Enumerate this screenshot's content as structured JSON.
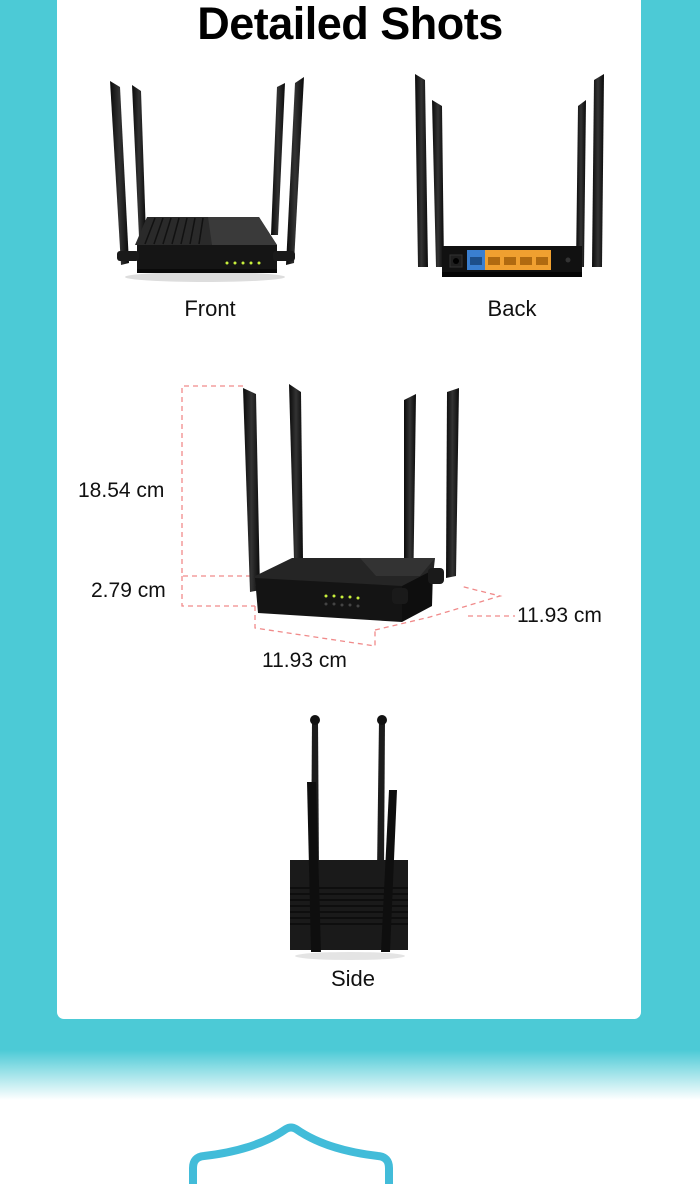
{
  "section": {
    "title": "Detailed Shots"
  },
  "views": {
    "front": {
      "label": "Front",
      "image": "router-front-image"
    },
    "back": {
      "label": "Back",
      "image": "router-back-image"
    },
    "side": {
      "label": "Side",
      "image": "router-side-image"
    }
  },
  "dimensions": {
    "antenna_height": "18.54 cm",
    "body_height": "2.79 cm",
    "width": "11.93 cm",
    "depth": "11.93 cm"
  },
  "colors": {
    "teal_background": "#4ccad6",
    "card_background": "#ffffff",
    "dimension_line": "#f08a8a",
    "router_body": "#1c1c1c",
    "led_green": "#c8f03c",
    "wan_port": "#3a7fd0",
    "lan_port": "#f0a030",
    "badge_outline": "#42bcd9"
  },
  "back_ports": {
    "wan_count": 1,
    "lan_count": 4
  }
}
